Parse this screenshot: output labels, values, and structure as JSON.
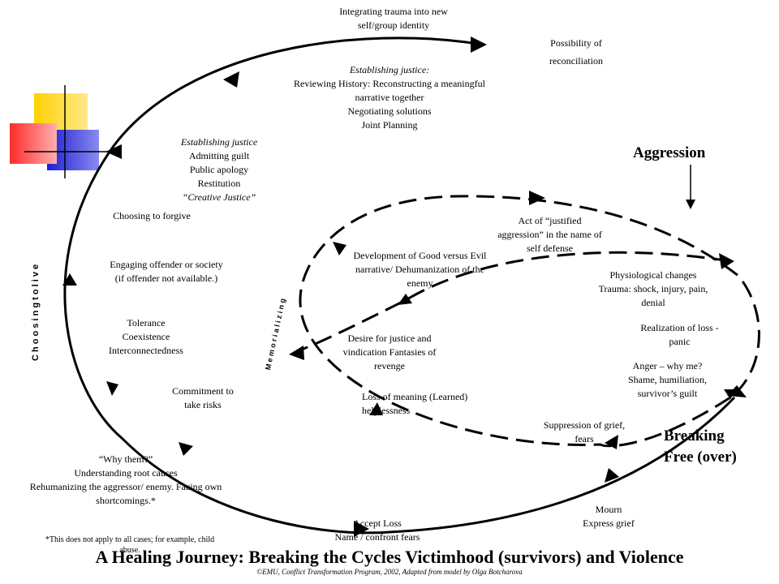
{
  "cycle_labels": {
    "integrating": [
      "Integrating trauma into new",
      "self/group identity"
    ],
    "possibility": [
      "Possibility  of",
      "reconciliation"
    ],
    "justice_top": {
      "heading": "Establishing justice:",
      "lines": [
        "Reviewing History: Reconstructing a meaningful",
        "narrative together",
        "Negotiating solutions",
        "Joint Planning"
      ]
    },
    "justice_mid": {
      "heading": "Establishing justice",
      "lines": [
        "Admitting guilt",
        "Public apology",
        "Restitution"
      ],
      "footer": "“Creative Justice”"
    },
    "forgive": "Choosing to forgive",
    "engaging": [
      "Engaging offender or society",
      "(if offender not available.)"
    ],
    "tolerance": [
      "Tolerance",
      "Coexistence",
      "Interconnectedness"
    ],
    "risks": [
      "Commitment to",
      "take risks"
    ],
    "why_them": [
      "“Why them?”",
      "Understanding root causes",
      "Rehumanizing the aggressor/ enemy. Facing own",
      "shortcomings.*"
    ],
    "accept": [
      "Accept Loss",
      "Name / confront fears"
    ],
    "mourn": [
      "Mourn",
      "Express grief"
    ],
    "suppression": [
      "Suppression of grief,",
      "fears"
    ],
    "anger": [
      "Anger – why me?",
      "Shame, humiliation,",
      "survivor’s guilt"
    ],
    "realization": [
      "Realization of loss -",
      "panic"
    ],
    "physiological": [
      "Physiological changes",
      "Trauma: shock, injury, pain,",
      "denial"
    ],
    "act": [
      "Act of “justified",
      "aggression” in the name of",
      "self defense"
    ],
    "development": [
      "Development of Good versus Evil",
      "narrative/ Dehumanization of the",
      "enemy"
    ],
    "desire": [
      "Desire for justice and",
      "vindication Fantasies of",
      "revenge"
    ],
    "loss_meaning": [
      "Loss of  meaning  (Learned)",
      "helplessness"
    ]
  },
  "aggression": "Aggression",
  "breaking_free": [
    "Breaking",
    "Free (over)"
  ],
  "choosing": "C h o o s i n g   t o   l i v e",
  "memorializing": "M e m o r i a l i z i n g",
  "footnote": [
    "*This does not apply to all cases; for example, child",
    "abuse."
  ],
  "title": "A Healing Journey: Breaking the Cycles Victimhood (survivors) and Violence",
  "credit": "©EMU, Conflict Transformation Program, 2002, Adapted from model by Olga Botcharova",
  "colors": {
    "yellow": "#ffd200",
    "red": "#ff2a2a",
    "blue": "#2020d0",
    "line": "#000000"
  }
}
